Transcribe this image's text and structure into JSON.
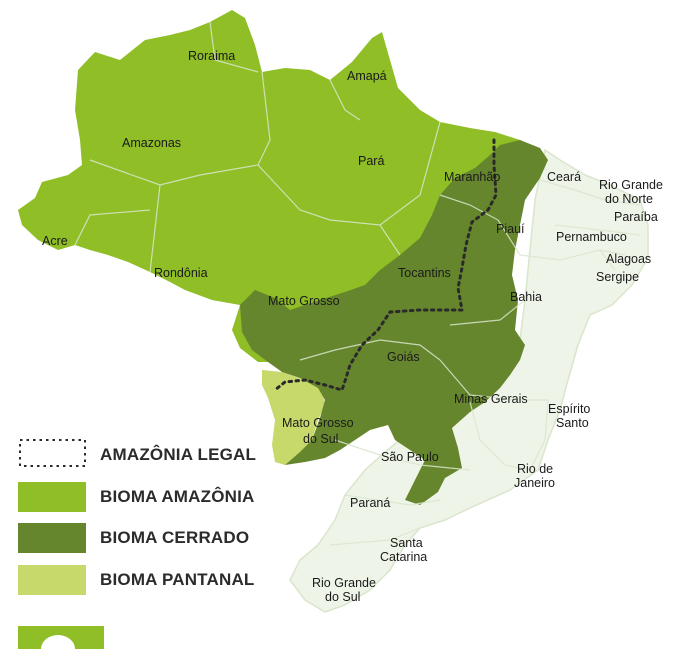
{
  "map": {
    "colors": {
      "amazonia": "#8fbe27",
      "cerrado": "#66862e",
      "pantanal": "#c6d96a",
      "other": "#eef4e8",
      "border": "#d9e6cc",
      "legal_line": "#2a2a2a"
    },
    "states": {
      "roraima": "Roraima",
      "amapa": "Amapá",
      "amazonas": "Amazonas",
      "para": "Pará",
      "maranhao": "Maranhão",
      "ceara": "Ceará",
      "rio_grande_do_norte_1": "Rio Grande",
      "rio_grande_do_norte_2": "do Norte",
      "paraiba": "Paraíba",
      "pernambuco": "Pernambuco",
      "alagoas": "Alagoas",
      "sergipe": "Sergipe",
      "acre": "Acre",
      "piaui": "Piauí",
      "rondonia": "Rondônia",
      "tocantins": "Tocantins",
      "bahia": "Bahia",
      "mato_grosso": "Mato Grosso",
      "goias": "Goiás",
      "minas_gerais": "Minas Gerais",
      "espirito_santo_1": "Espírito",
      "espirito_santo_2": "Santo",
      "mato_grosso_do_sul_1": "Mato Grosso",
      "mato_grosso_do_sul_2": "do Sul",
      "sao_paulo": "São Paulo",
      "rio_de_janeiro_1": "Rio de",
      "rio_de_janeiro_2": "Janeiro",
      "parana": "Paraná",
      "santa_catarina_1": "Santa",
      "santa_catarina_2": "Catarina",
      "rio_grande_do_sul_1": "Rio Grande",
      "rio_grande_do_sul_2": "do Sul"
    }
  },
  "legend": {
    "legal": "AMAZÔNIA LEGAL",
    "amazonia": "BIOMA AMAZÔNIA",
    "cerrado": "BIOMA CERRADO",
    "pantanal": "BIOMA PANTANAL"
  }
}
